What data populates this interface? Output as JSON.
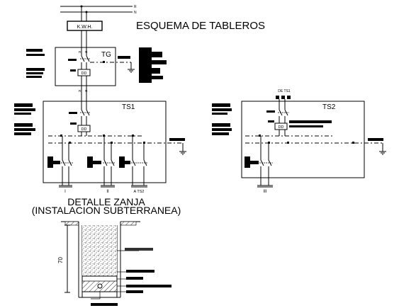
{
  "title": "ESQUEMA DE TABLEROS",
  "supply": {
    "phase_r": "R",
    "phase_n": "N",
    "meter": "K.W.H."
  },
  "panels": {
    "tg": {
      "name": "TG",
      "r": "R",
      "n": "N",
      "dd": "DD"
    },
    "ts1": {
      "name": "TS1",
      "r": "R",
      "n": "N",
      "dd": "DD"
    },
    "ts2": {
      "name": "TS2",
      "source": "DE TS1",
      "dd": "DD"
    }
  },
  "circuits": {
    "c1": "I",
    "c2": "II",
    "c3": "A TS2",
    "c4": "III"
  },
  "trench": {
    "title_line1": "DETALLE ZANJA",
    "title_line2": "(INSTALACION SUBTERRANEA)",
    "depth": "70"
  }
}
